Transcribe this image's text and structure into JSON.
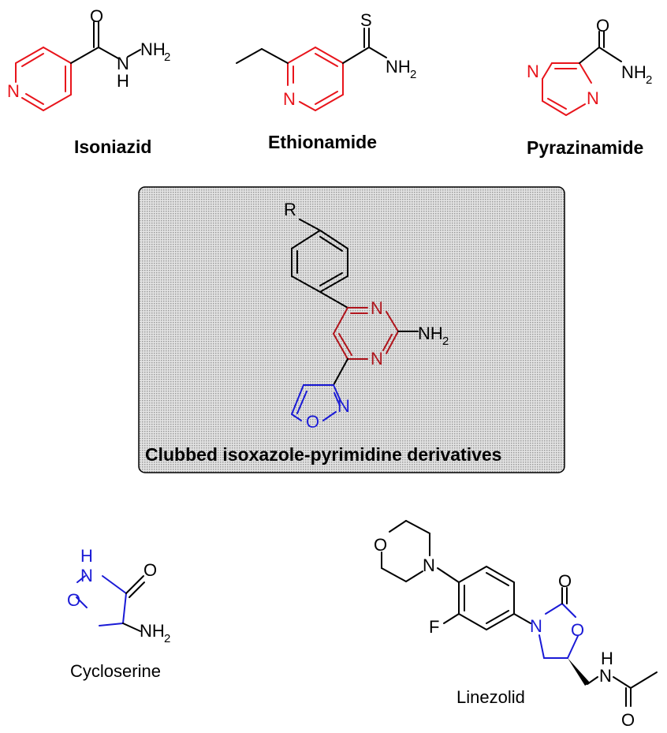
{
  "molecules": [
    {
      "name": "Isoniazid",
      "atoms": {
        "N_ring": "N",
        "O": "O",
        "NH": "N",
        "H": "H",
        "NH2": "NH",
        "sub2": "2"
      }
    },
    {
      "name": "Ethionamide",
      "atoms": {
        "N_ring": "N",
        "S": "S",
        "NH2": "NH",
        "sub2": "2"
      }
    },
    {
      "name": "Pyrazinamide",
      "atoms": {
        "N1": "N",
        "N2": "N",
        "O": "O",
        "NH2": "NH",
        "sub2": "2"
      }
    },
    {
      "name": "Cycloserine",
      "atoms": {
        "H": "H",
        "N": "N",
        "O_ring": "O",
        "O": "O",
        "NH2": "NH",
        "sub2": "2"
      }
    },
    {
      "name": "Linezolid",
      "atoms": {
        "O_morph": "O",
        "N_morph": "N",
        "F": "F",
        "N_ox": "N",
        "O_carb": "O",
        "O_ring": "O",
        "H": "H",
        "N_am": "N",
        "O_acyl": "O"
      }
    }
  ],
  "highlight_box": {
    "title": "Clubbed isoxazole-pyrimidine derivatives",
    "atoms": {
      "R": "R",
      "N1": "N",
      "N2": "N",
      "NH2": "NH",
      "sub2": "2",
      "O": "O",
      "N_iso": "N"
    }
  },
  "colors": {
    "pyridine_ring": "#e8141b",
    "pyrimidine_ring": "#b0141c",
    "isoxazole_ring": "#1a1ad6",
    "box_fill": "#cfcfcf"
  }
}
